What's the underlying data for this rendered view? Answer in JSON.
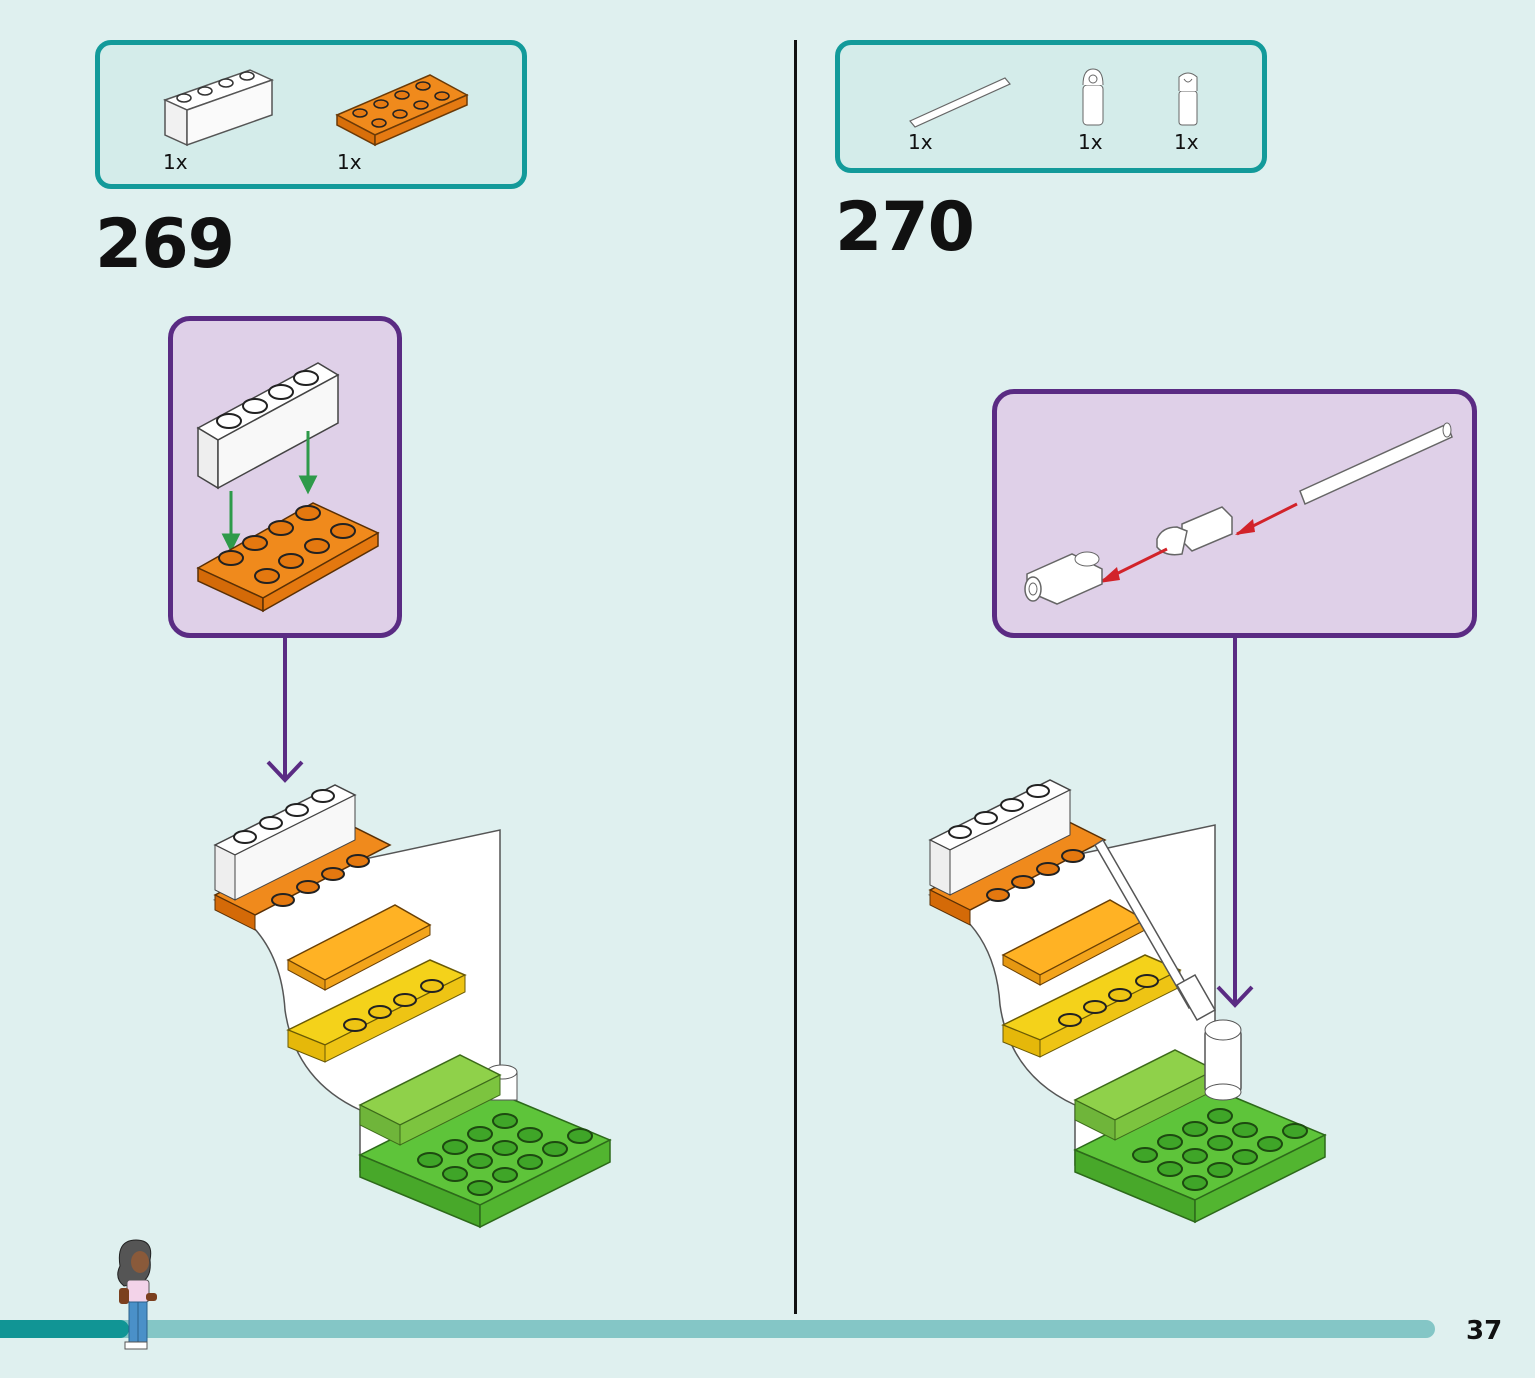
{
  "page": {
    "number": "37",
    "progress_fraction": 0.09
  },
  "colors": {
    "background": "#dff0ef",
    "parts_border": "#139a9a",
    "callout_fill": "#dfd0e8",
    "callout_border": "#5a2b83"
  },
  "steps": [
    {
      "number": "269",
      "parts": [
        {
          "name": "white-1x4-brick",
          "qty": "1x"
        },
        {
          "name": "orange-2x4-plate",
          "qty": "1x"
        }
      ]
    },
    {
      "number": "270",
      "parts": [
        {
          "name": "white-bar",
          "qty": "1x"
        },
        {
          "name": "white-clip-bar-holder",
          "qty": "1x"
        },
        {
          "name": "white-clip",
          "qty": "1x"
        }
      ]
    }
  ]
}
